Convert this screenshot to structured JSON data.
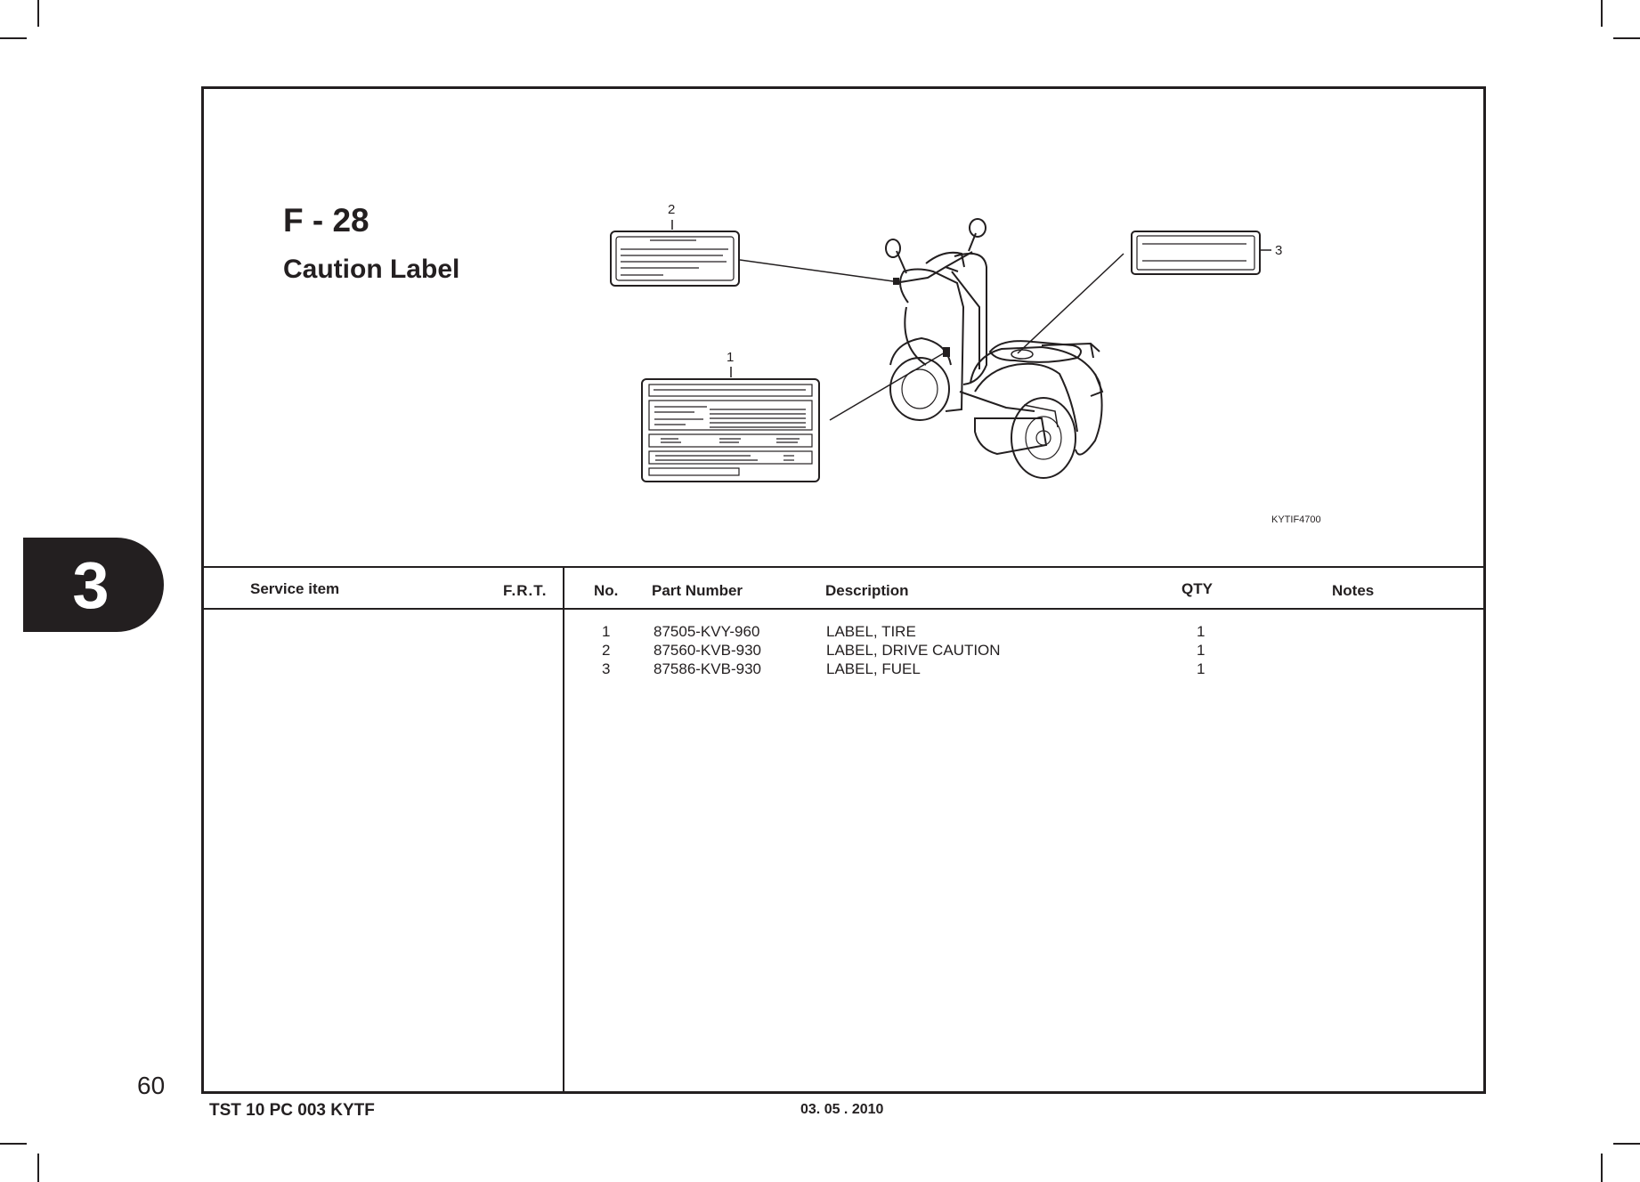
{
  "figure": {
    "number": "F - 28",
    "title": "Caution Label",
    "diagram_code": "KYTIF4700",
    "callouts": [
      "1",
      "2",
      "3"
    ]
  },
  "table": {
    "headers": {
      "service_item": "Service item",
      "frt": "F.R.T.",
      "no": "No.",
      "part_number": "Part Number",
      "description": "Description",
      "qty": "QTY",
      "notes": "Notes"
    },
    "rows": [
      {
        "no": "1",
        "part_number": "87505-KVY-960",
        "description": "LABEL, TIRE",
        "qty": "1"
      },
      {
        "no": "2",
        "part_number": "87560-KVB-930",
        "description": "LABEL, DRIVE CAUTION",
        "qty": "1"
      },
      {
        "no": "3",
        "part_number": "87586-KVB-930",
        "description": "LABEL, FUEL",
        "qty": "1"
      }
    ]
  },
  "section_tab": "3",
  "page_number": "60",
  "footer": {
    "doc_code": "TST 10 PC 003 KYTF",
    "date": "03. 05 . 2010"
  }
}
